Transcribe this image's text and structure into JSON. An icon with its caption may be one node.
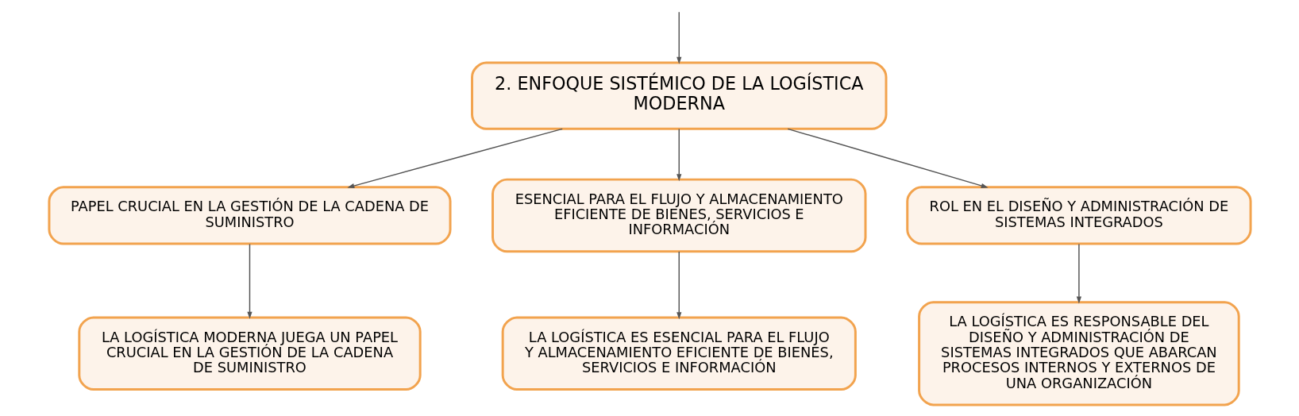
{
  "diagram": {
    "nodes": [
      {
        "text": [
          "2. ENFOQUE SISTÉMICO DE LA LOGÍSTICA MODERNA"
        ]
      },
      {
        "text": [
          "PAPEL CRUCIAL EN LA GESTIÓN DE LA CADENA DE SUMINISTRO"
        ]
      },
      {
        "text": [
          "ESENCIAL PARA EL FLUJO Y ALMACENAMIENTO EFICIENTE DE BIENES, SERVICIOS E INFORMACIÓN"
        ]
      },
      {
        "text": [
          "ROL EN EL DISEÑO Y ADMINISTRACIÓN DE SISTEMAS INTEGRADOS"
        ]
      },
      {
        "text": [
          "LA LOGÍSTICA MODERNA JUEGA UN PAPEL CRUCIAL EN LA GESTIÓN DE LA CADENA DE SUMINISTRO"
        ]
      },
      {
        "text": [
          "LA LOGÍSTICA ES ESENCIAL PARA EL FLUJO Y ALMACENAMIENTO EFICIENTE DE BIENES, SERVICIOS E INFORMACIÓN"
        ]
      },
      {
        "text": [
          "LA LOGÍSTICA ES RESPONSABLE DEL DISEÑO Y ADMINISTRACIÓN DE SISTEMAS INTEGRADOS QUE ABARCAN PROCESOS INTERNOS Y EXTERNOS DE UNA ORGANIZACIÓN"
        ]
      }
    ],
    "edges": [
      {
        "from": null,
        "to": 0,
        "arrow": "to"
      },
      {
        "from": 0,
        "to": 1,
        "arrow": "to"
      },
      {
        "from": 0,
        "to": 2,
        "arrow": "to"
      },
      {
        "from": 0,
        "to": 3,
        "arrow": "to"
      },
      {
        "from": 1,
        "to": 4,
        "arrow": "to"
      },
      {
        "from": 2,
        "to": 5,
        "arrow": "to"
      },
      {
        "from": 3,
        "to": 6,
        "arrow": "to"
      }
    ]
  }
}
